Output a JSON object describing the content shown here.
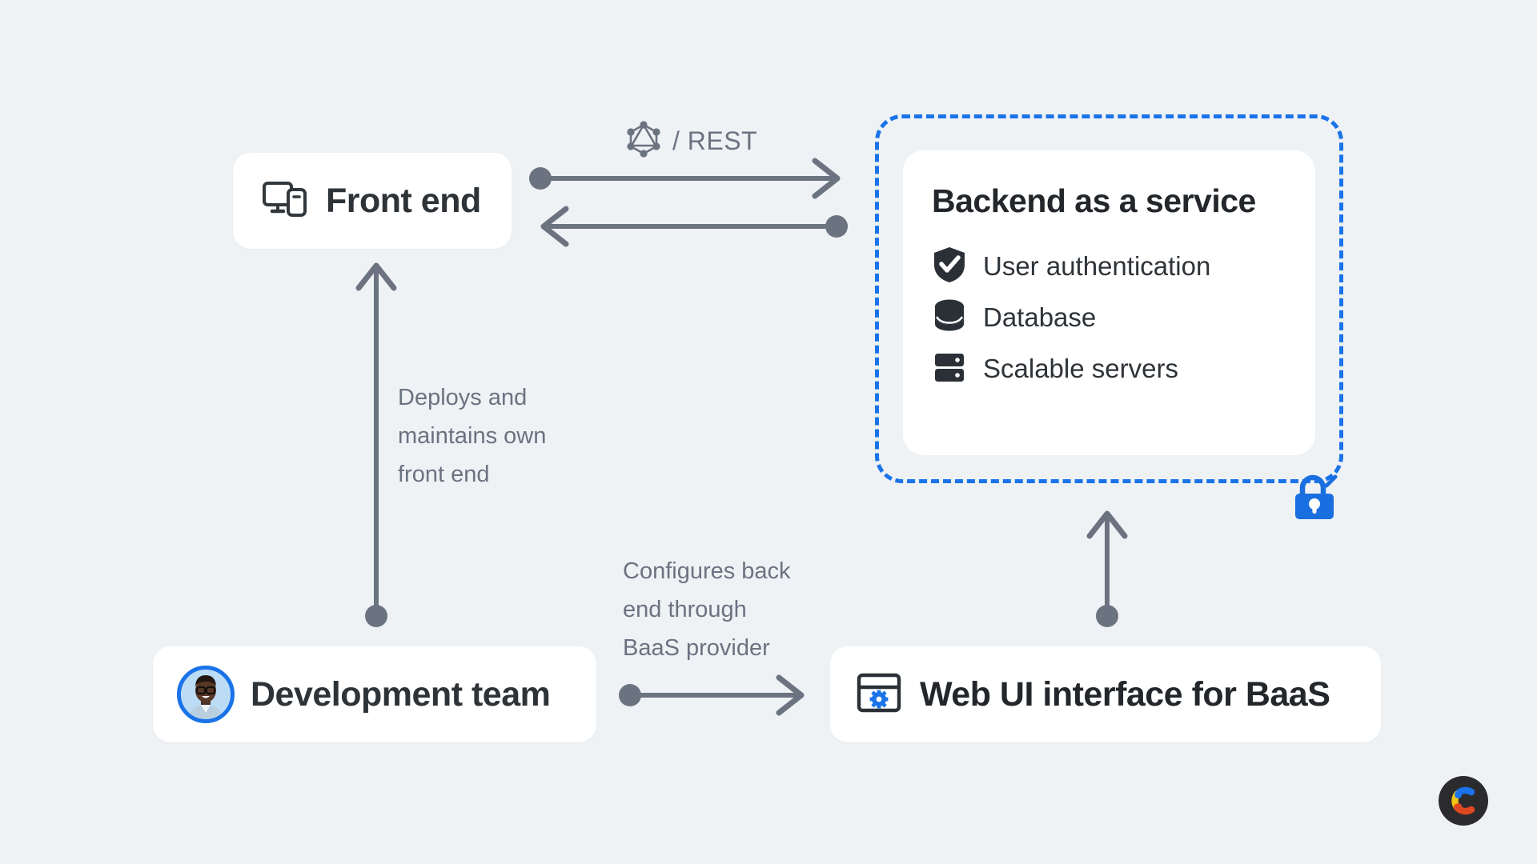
{
  "canvas": {
    "background_color": "#eef2f5",
    "accent_blue": "#1a73e8",
    "arrow_gray": "#6b7280",
    "text_dark": "#2e3338"
  },
  "nodes": {
    "frontend": {
      "label": "Front end",
      "icon": "devices-icon"
    },
    "baas": {
      "title": "Backend as a service",
      "features": [
        {
          "label": "User authentication",
          "icon": "shield-check-icon"
        },
        {
          "label": "Database",
          "icon": "database-icon"
        },
        {
          "label": "Scalable servers",
          "icon": "server-stack-icon"
        }
      ],
      "border_style": "dashed",
      "border_color": "#1a73e8",
      "badge_icon": "lock-icon"
    },
    "devteam": {
      "label": "Development team",
      "icon": "user-avatar"
    },
    "webui": {
      "label": "Web UI interface for BaaS",
      "icon": "browser-gear-icon"
    }
  },
  "connectors": {
    "protocol_label": {
      "icon": "graphql-icon",
      "text": "/ REST"
    },
    "deploys_label": "Deploys and\nmaintains own\nfront end",
    "configures_label": "Configures back\nend through\nBaaS provider"
  },
  "brand": {
    "logo_icon": "contentful-c-logo",
    "colors": [
      "#1a73e8",
      "#f5c518",
      "#e0491f"
    ]
  }
}
